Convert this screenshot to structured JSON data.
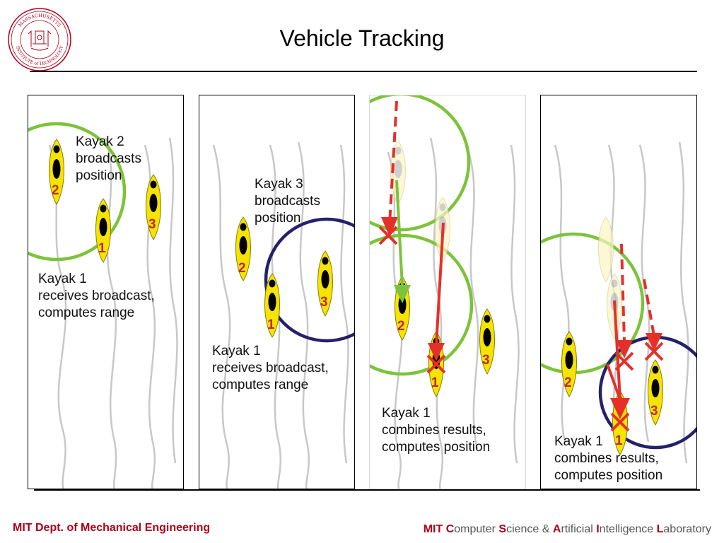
{
  "slide": {
    "title": "Vehicle Tracking",
    "seal_text_top": "MASSACHUSETTS",
    "seal_text_bottom": "INSTITUTE of TECHNOLOGY"
  },
  "colors": {
    "kayak_fill": "#f5e400",
    "kayak_ghost": "#fbf6c4",
    "range_green": "#7dc33a",
    "range_navy": "#25206b",
    "estimate_red": "#e5302a",
    "label_red": "#c1272d"
  },
  "panels": [
    {
      "text_a": [
        "Kayak 2",
        "broadcasts",
        "position"
      ],
      "text_b": [
        "Kayak 1",
        "receives broadcast,",
        "computes range"
      ]
    },
    {
      "text_a": [
        "Kayak 3",
        "broadcasts",
        "position"
      ],
      "text_b": [
        "Kayak 1",
        "receives broadcast,",
        "computes range"
      ]
    },
    {
      "text_a": [],
      "text_b": [
        "Kayak 1",
        "combines results,",
        "computes position"
      ]
    },
    {
      "text_a": [],
      "text_b": [
        "Kayak 1",
        "combines results,",
        "computes position"
      ]
    }
  ],
  "kayak_labels": {
    "k1": "1",
    "k2": "2",
    "k3": "3"
  },
  "footer": {
    "left": "MIT Dept. of Mechanical Engineering",
    "right": {
      "p1": "MIT C",
      "p2": "omputer ",
      "p3": "S",
      "p4": "cience & ",
      "p5": "A",
      "p6": "rtificial ",
      "p7": "I",
      "p8": "ntelligence ",
      "p9": "L",
      "p10": "aboratory"
    }
  }
}
